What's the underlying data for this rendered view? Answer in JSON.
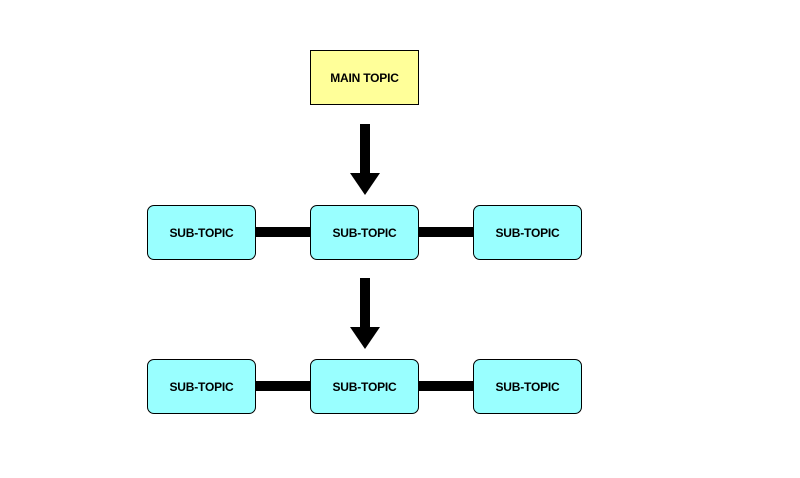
{
  "colors": {
    "main_fill": "#ffff99",
    "sub_fill": "#99ffff",
    "line": "#000000"
  },
  "main_topic": {
    "label": "MAIN TOPIC"
  },
  "rows": [
    {
      "nodes": [
        {
          "label": "SUB-TOPIC"
        },
        {
          "label": "SUB-TOPIC"
        },
        {
          "label": "SUB-TOPIC"
        }
      ]
    },
    {
      "nodes": [
        {
          "label": "SUB-TOPIC"
        },
        {
          "label": "SUB-TOPIC"
        },
        {
          "label": "SUB-TOPIC"
        }
      ]
    }
  ]
}
